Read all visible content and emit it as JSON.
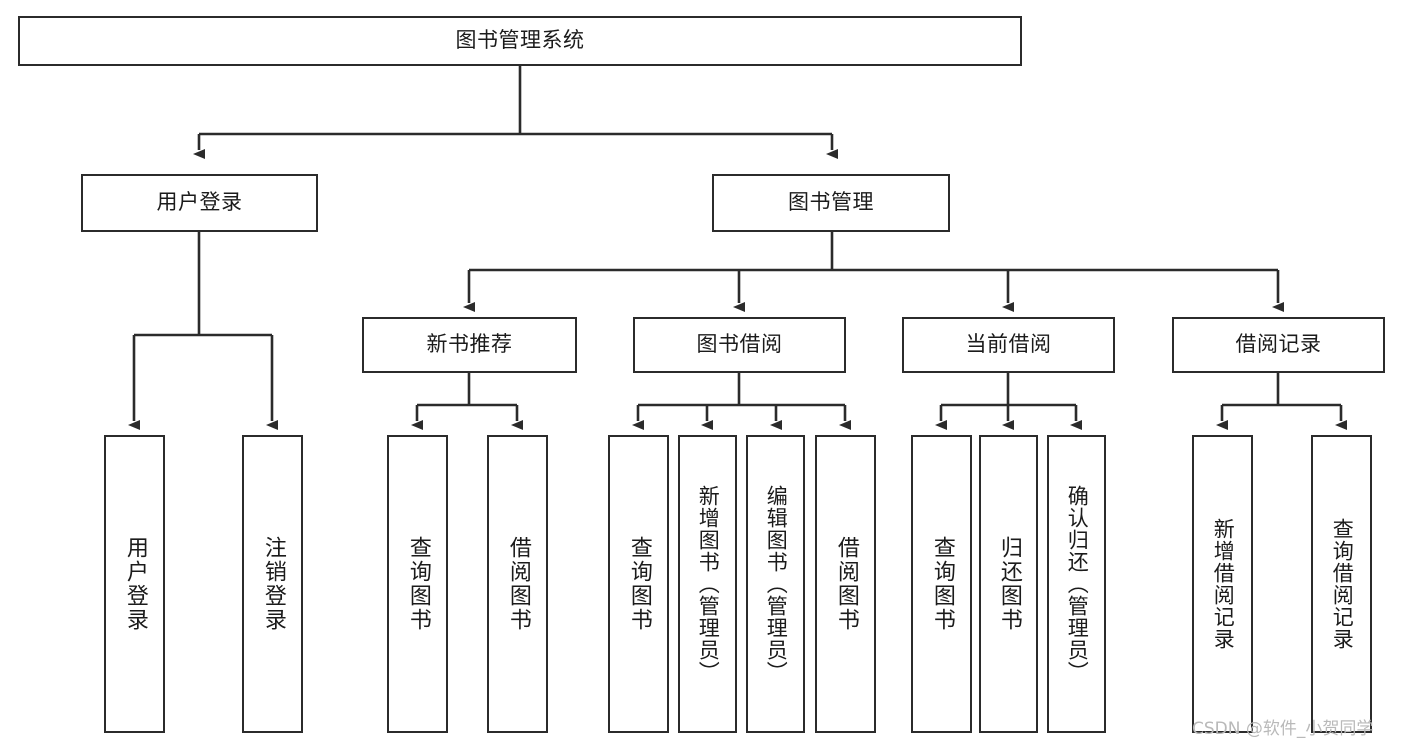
{
  "diagram": {
    "title": "图书管理系统",
    "type": "hierarchy-tree",
    "root": {
      "id": "root",
      "label": "图书管理系统"
    },
    "level2": [
      {
        "id": "user-login",
        "label": "用户登录"
      },
      {
        "id": "book-manage",
        "label": "图书管理"
      }
    ],
    "level3": [
      {
        "id": "new-book-recommend",
        "label": "新书推荐",
        "parent": "book-manage"
      },
      {
        "id": "book-borrow",
        "label": "图书借阅",
        "parent": "book-manage"
      },
      {
        "id": "current-borrow",
        "label": "当前借阅",
        "parent": "book-manage"
      },
      {
        "id": "borrow-record",
        "label": "借阅记录",
        "parent": "book-manage"
      }
    ],
    "leaves": [
      {
        "id": "leaf-user-login",
        "label": "用户登录",
        "parent": "user-login"
      },
      {
        "id": "leaf-logout-login",
        "label": "注销登录",
        "parent": "user-login"
      },
      {
        "id": "leaf-query-book-1",
        "label": "查询图书",
        "parent": "new-book-recommend"
      },
      {
        "id": "leaf-borrow-book-1",
        "label": "借阅图书",
        "parent": "new-book-recommend"
      },
      {
        "id": "leaf-query-book-2",
        "label": "查询图书",
        "parent": "book-borrow"
      },
      {
        "id": "leaf-add-book",
        "label": "新增图书（管理员）",
        "parent": "book-borrow"
      },
      {
        "id": "leaf-edit-book",
        "label": "编辑图书（管理员）",
        "parent": "book-borrow"
      },
      {
        "id": "leaf-borrow-book-2",
        "label": "借阅图书",
        "parent": "book-borrow"
      },
      {
        "id": "leaf-query-book-3",
        "label": "查询图书",
        "parent": "current-borrow"
      },
      {
        "id": "leaf-return-book",
        "label": "归还图书",
        "parent": "current-borrow"
      },
      {
        "id": "leaf-confirm-return",
        "label": "确认归还（管理员）",
        "parent": "current-borrow"
      },
      {
        "id": "leaf-add-record",
        "label": "新增借阅记录",
        "parent": "borrow-record"
      },
      {
        "id": "leaf-query-record",
        "label": "查询借阅记录",
        "parent": "borrow-record"
      }
    ]
  },
  "watermark": {
    "text": "CSDN @软件_小贺同学"
  },
  "colors": {
    "stroke": "#2b2b2b",
    "background": "#ffffff",
    "text": "#1b1b1b",
    "watermark": "#b9b9b9"
  }
}
